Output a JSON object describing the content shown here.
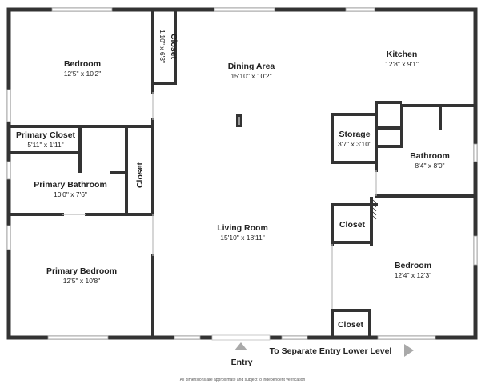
{
  "rooms": {
    "bedroom_top": {
      "name": "Bedroom",
      "dims": "12'5\" x 10'2\""
    },
    "closet_top": {
      "name": "Closet",
      "dims": "1'10\" x 6'3\""
    },
    "dining": {
      "name": "Dining Area",
      "dims": "15'10\" x 10'2\""
    },
    "kitchen": {
      "name": "Kitchen",
      "dims": "12'8\" x 9'1\""
    },
    "primary_closet": {
      "name": "Primary Closet",
      "dims": "5'11\" x 1'11\""
    },
    "primary_bath": {
      "name": "Primary Bathroom",
      "dims": "10'0\" x 7'6\""
    },
    "closet_mid": {
      "name": "Closet"
    },
    "storage": {
      "name": "Storage",
      "dims": "3'7\" x 3'10\""
    },
    "bathroom": {
      "name": "Bathroom",
      "dims": "8'4\" x 8'0\""
    },
    "living": {
      "name": "Living Room",
      "dims": "15'10\" x 18'11\""
    },
    "closet_right": {
      "name": "Closet"
    },
    "bedroom_right": {
      "name": "Bedroom",
      "dims": "12'4\" x 12'3\""
    },
    "primary_bedroom": {
      "name": "Primary Bedroom",
      "dims": "12'5\" x 10'8\""
    },
    "closet_bottom": {
      "name": "Closet"
    }
  },
  "labels": {
    "entry": "Entry",
    "separate_entry": "To Separate Entry Lower Level",
    "disclaimer": "All dimensions are approximate and subject to independent verification"
  },
  "colors": {
    "wall": "#333333",
    "background": "#ffffff",
    "arrow": "#a9a9a9"
  }
}
